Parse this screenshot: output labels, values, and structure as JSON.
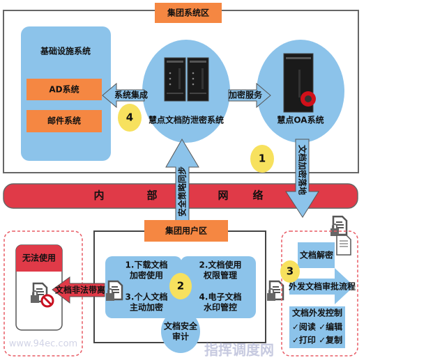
{
  "colors": {
    "orange": "#f58742",
    "blue": "#8cc3ea",
    "red": "#e03a48",
    "yellow": "#f7e15e",
    "frame": "#555555"
  },
  "group_system_zone": {
    "label": "集团系统区",
    "infrastructure": {
      "title": "基础设施系统",
      "items": [
        "AD系统",
        "邮件系统"
      ]
    },
    "dlp_system": {
      "label": "慧点文档防泄密系统",
      "icon": "server-icon"
    },
    "oa_system": {
      "label": "慧点OA系统",
      "icon": "server-gear-icon"
    },
    "arrow_integration": "系统集成",
    "arrow_encryption_service": "加密服务",
    "badges": [
      "4",
      "1"
    ]
  },
  "internal_network": {
    "chars": [
      "内",
      "部",
      "网",
      "络"
    ]
  },
  "arrow_policy_sync": "安全策略同步",
  "arrow_encrypt_land": "文档加密落地",
  "group_user_zone": {
    "label": "集团用户区",
    "items": [
      [
        "1.下载文档",
        "加密使用"
      ],
      [
        "2.文档使用",
        "权限管理"
      ],
      [
        "3.个人文档",
        "主动加密"
      ],
      [
        "4.电子文档",
        "水印管控"
      ]
    ],
    "audit": [
      "文档安全",
      "审计"
    ],
    "badge": "2"
  },
  "unusable_zone": {
    "label": "无法使用",
    "arrow": "文档非法带离"
  },
  "external_zone": {
    "badge": "3",
    "decrypt": "文档解密",
    "approval": "外发文档审批流程",
    "control": {
      "title": "文档外发控制",
      "lines": [
        "✓阅读 ✓编辑",
        "✓打印 ✓复制"
      ]
    }
  },
  "watermark": {
    "text": "指挥调度网",
    "url": "www.94ec.com"
  }
}
